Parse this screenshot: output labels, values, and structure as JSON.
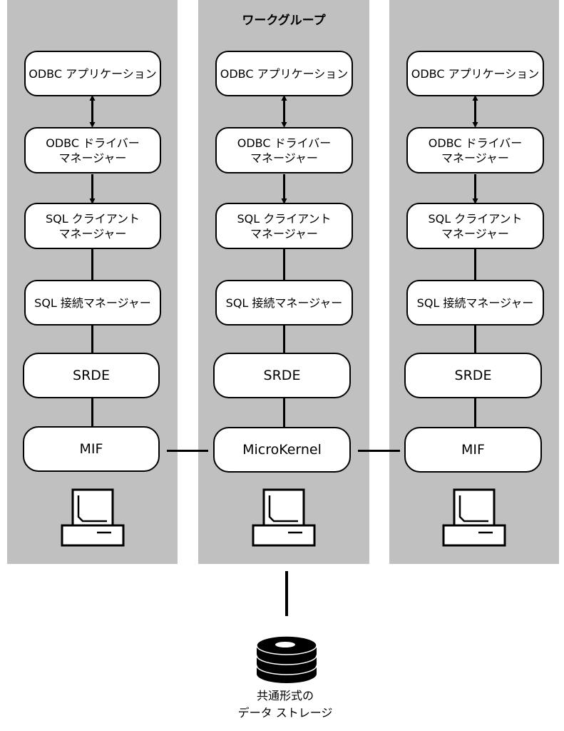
{
  "workgroup": {
    "title": "ワークグループ"
  },
  "columns": [
    {
      "layers": {
        "app": "ODBC アプリケーション",
        "driver_manager": "ODBC ドライバー\nマネージャー",
        "client_manager": "SQL クライアント\nマネージャー",
        "connection_manager": "SQL 接続マネージャー",
        "srde": "SRDE",
        "engine": "MIF"
      }
    },
    {
      "layers": {
        "app": "ODBC アプリケーション",
        "driver_manager": "ODBC ドライバー\nマネージャー",
        "client_manager": "SQL クライアント\nマネージャー",
        "connection_manager": "SQL 接続マネージャー",
        "srde": "SRDE",
        "engine": "MicroKernel"
      }
    },
    {
      "layers": {
        "app": "ODBC アプリケーション",
        "driver_manager": "ODBC ドライバー\nマネージャー",
        "client_manager": "SQL クライアント\nマネージャー",
        "connection_manager": "SQL 接続マネージャー",
        "srde": "SRDE",
        "engine": "MIF"
      }
    }
  ],
  "storage": {
    "label": "共通形式の\nデータ ストレージ"
  },
  "icons": {
    "workstation": "computer-terminal-icon",
    "storage": "database-disk-stack-icon",
    "arrow_bidirectional": "double-arrow-icon",
    "arrow_down": "arrow-down-icon"
  }
}
